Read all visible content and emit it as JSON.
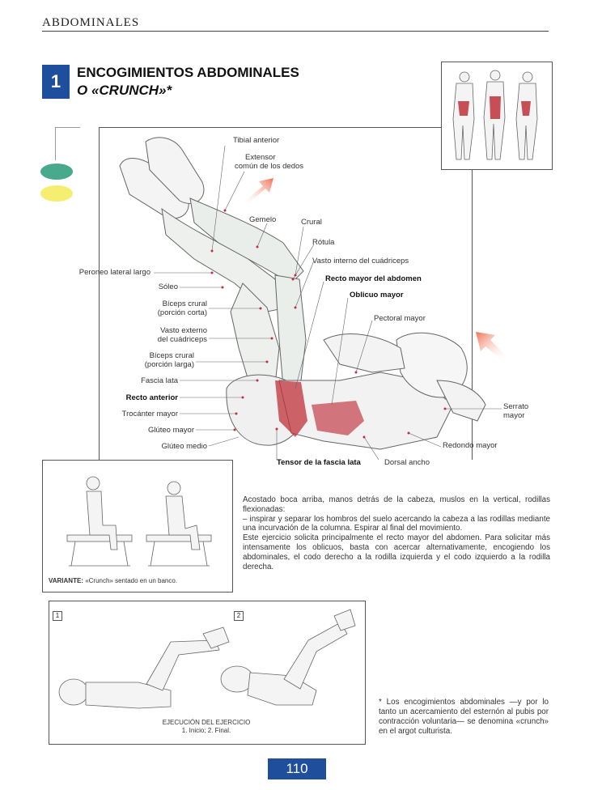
{
  "header": {
    "running_title": "ABDOMINALES"
  },
  "exercise": {
    "number": "1",
    "title_line1": "ENCOGIMIENTOS ABDOMINALES",
    "title_line2": "O «CRUNCH»*"
  },
  "labels": {
    "tibial_anterior": "Tibial anterior",
    "extensor_1": "Extensor",
    "extensor_2": "común de los dedos",
    "gemelo": "Gemelo",
    "crural": "Crural",
    "rotula": "Rótula",
    "vasto_interno": "Vasto interno del cuádriceps",
    "recto_mayor_abdomen": "Recto mayor del abdomen",
    "oblicuo_mayor": "Oblicuo mayor",
    "pectoral_mayor": "Pectoral mayor",
    "peroneo": "Peroneo lateral largo",
    "soleo": "Sóleo",
    "biceps_corta_1": "Bíceps crural",
    "biceps_corta_2": "(porción corta)",
    "vasto_externo_1": "Vasto externo",
    "vasto_externo_2": "del cuádriceps",
    "biceps_larga_1": "Bíceps crural",
    "biceps_larga_2": "(porción larga)",
    "fascia_lata": "Fascia lata",
    "recto_anterior": "Recto anterior",
    "trocanter": "Trocánter mayor",
    "gluteo_mayor": "Glúteo mayor",
    "gluteo_medio": "Glúteo medio",
    "tensor": "Tensor de la fascia lata",
    "dorsal": "Dorsal ancho",
    "redondo": "Redondo mayor",
    "serrato_1": "Serrato",
    "serrato_2": "mayor"
  },
  "variant": {
    "caption_bold": "VARIANTE:",
    "caption_rest": " «Crunch» sentado en un banco."
  },
  "body": {
    "p1": "Acostado boca arriba, manos detrás de la cabeza, muslos en la vertical, rodillas flexionadas:",
    "p2": "– inspirar y separar los hombros del suelo acercando la cabeza a las rodillas mediante una incurvación de la columna. Espirar al final del movimiento.",
    "p3": "Este ejercicio solicita principalmente el recto mayor del abdomen. Para solicitar más intensamente los oblicuos, basta con acercar alternativamente, encogiendo los abdominales, el codo derecho a la rodilla izquierda y el codo izquierdo a la rodilla derecha."
  },
  "execution": {
    "step1": "1",
    "step2": "2",
    "caption_title": "EJECUCIÓN DEL EJERCICIO",
    "caption_steps": "1. Inicio; 2. Final."
  },
  "footnote": "* Los encogimientos abdominales —y por lo tanto un acercamiento del esternón al pubis por contracción voluntaria— se denomina «crunch» en el argot culturista.",
  "page_number": "110",
  "colors": {
    "accent_blue": "#1f4f9c",
    "muscle_red": "#c0303a",
    "dot_green": "#49a98d",
    "dot_yellow": "#f6ee70",
    "arrow": "#f07050"
  }
}
